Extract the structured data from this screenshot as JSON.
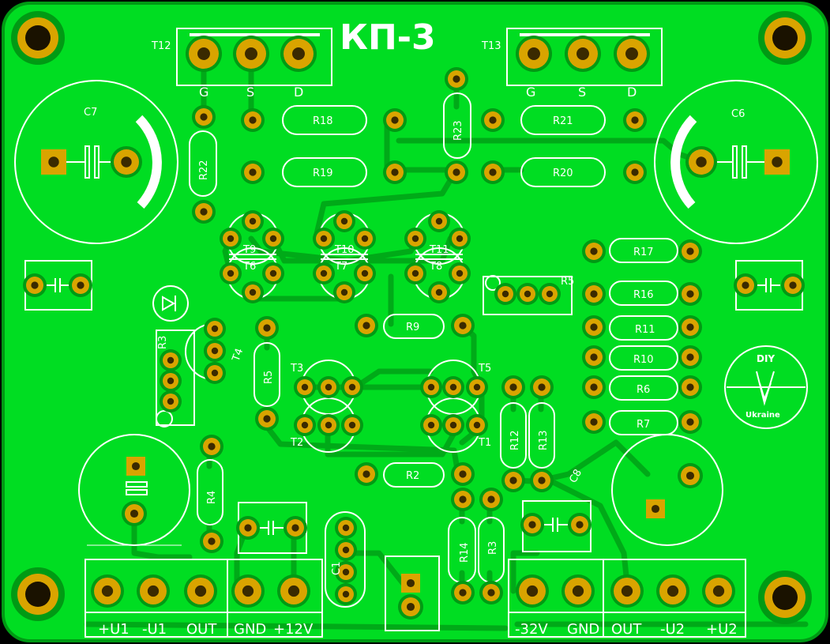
{
  "board": {
    "title": "КП-3",
    "colors": {
      "copper": "#00dd22",
      "trace": "#00aa18",
      "mask_dark": "#009a14",
      "silk": "#ffffff",
      "pad": "#d9a400",
      "pad_hole": "#3a2a00",
      "background": "#000000"
    }
  },
  "labels": {
    "T12": "T12",
    "T13": "T13",
    "G1": "G",
    "S1": "S",
    "D1": "D",
    "G2": "G",
    "S2": "S",
    "D2": "D",
    "C7": "C7",
    "C6": "C6",
    "R18": "R18",
    "R19": "R19",
    "R21": "R21",
    "R20": "R20",
    "R23": "R23",
    "R22": "R22",
    "T9": "T9",
    "T10": "T10",
    "T11": "T11",
    "T6": "T6",
    "T7": "T7",
    "T8": "T8",
    "R5a": "R5",
    "R17": "R17",
    "R16": "R16",
    "R11": "R11",
    "R10": "R10",
    "R6": "R6",
    "R7": "R7",
    "R9": "R9",
    "R3a": "R3",
    "T4": "T4",
    "R5b": "R5",
    "T3": "T3",
    "T5": "T5",
    "T2": "T2",
    "T1": "T1",
    "R12": "R12",
    "R13": "R13",
    "C8": "C8",
    "R4": "R4",
    "R2": "R2",
    "R14": "R14",
    "R3b": "R3",
    "C1": "C1",
    "DIY": "DIY",
    "Ukraine": "Ukraine"
  },
  "terminals_left": [
    "+U1",
    "-U1",
    "OUT",
    "GND",
    "+12V"
  ],
  "terminals_right": [
    "-32V",
    "GND",
    "OUT",
    "-U2",
    "+U2"
  ],
  "icons": [
    "mounting-hole-icon",
    "capacitor-symbol-icon",
    "led-symbol-icon",
    "diy-ukraine-logo-icon"
  ]
}
